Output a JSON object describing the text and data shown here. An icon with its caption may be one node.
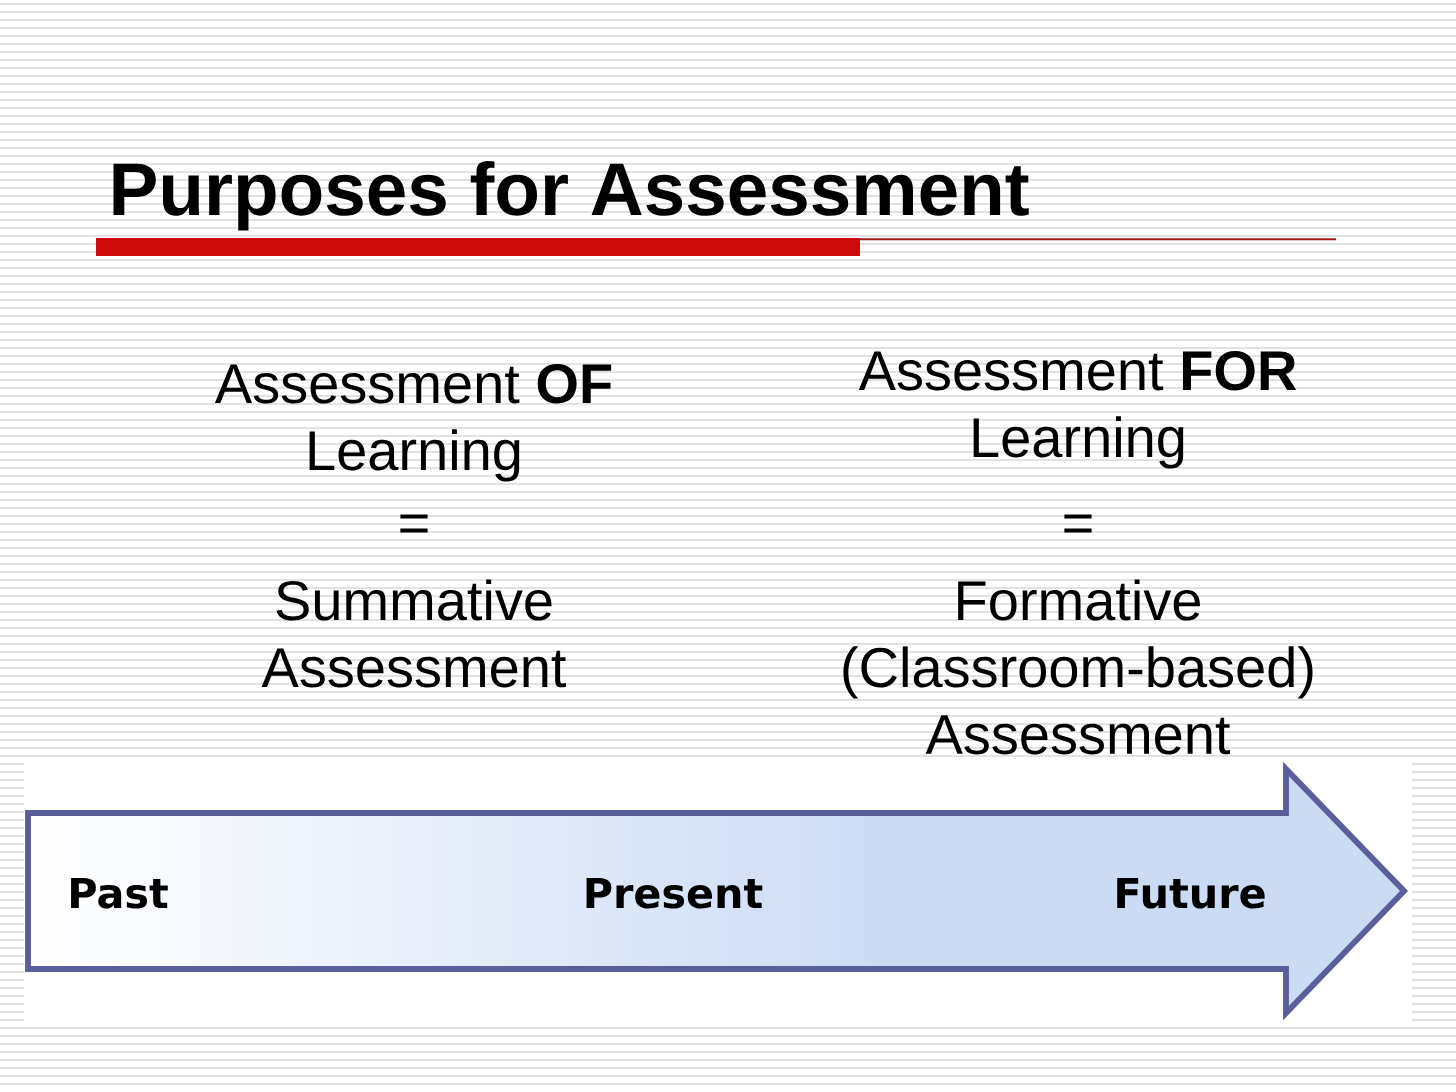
{
  "diagram": {
    "title": "Purposes for Assessment",
    "nodes": [
      {
        "text": [
          "Past",
          "Present",
          "Future"
        ]
      }
    ],
    "labels": [
      "Assessment **OF** Learning",
      "=",
      "Summative Assessment",
      "Assessment **FOR** Learning",
      "=",
      "Formative (Classroom-based) Assessment"
    ]
  }
}
